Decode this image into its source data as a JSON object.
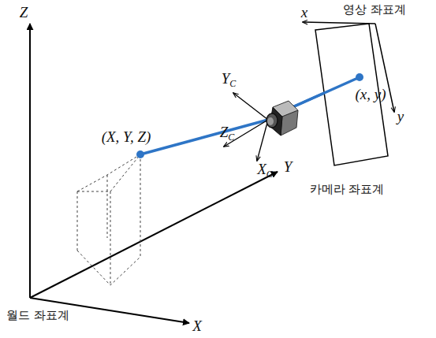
{
  "diagram": {
    "labels": [
      "Z",
      "Y",
      "X",
      "(X, Y, Z)",
      "YC",
      "ZC",
      "XC",
      "카메라 좌표계",
      "영상 좌표계",
      "x",
      "y",
      "(x, y)",
      "월드 좌표계"
    ]
  }
}
